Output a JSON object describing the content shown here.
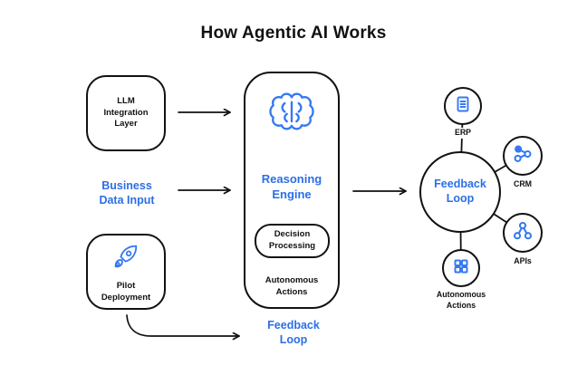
{
  "title": "How Agentic AI Works",
  "colors": {
    "accent_blue": "#2b6fe6",
    "icon_blue": "#3579f2",
    "ink": "#111111"
  },
  "nodes": {
    "llm": {
      "label": "LLM\nIntegration\nLayer"
    },
    "business_input": {
      "label": "Business\nData Input"
    },
    "pilot": {
      "label": "Pilot\nDeployment",
      "icon": "rocket-icon"
    },
    "engine": {
      "label": "Reasoning\nEngine",
      "icon": "brain-icon",
      "decision": {
        "label": "Decision\nProcessing"
      },
      "autonomous": {
        "label": "Autonomous\nActions"
      }
    },
    "hub": {
      "label": "Feedback\nLoop"
    },
    "satellites": [
      {
        "label": "ERP",
        "icon": "document-icon"
      },
      {
        "label": "CRM",
        "icon": "share-icon"
      },
      {
        "label": "APIs",
        "icon": "network-icon"
      },
      {
        "label": "Autonomous\nActions",
        "icon": "grid-icon"
      }
    ],
    "feedback_exit": {
      "label": "Feedback\nLoop"
    }
  }
}
